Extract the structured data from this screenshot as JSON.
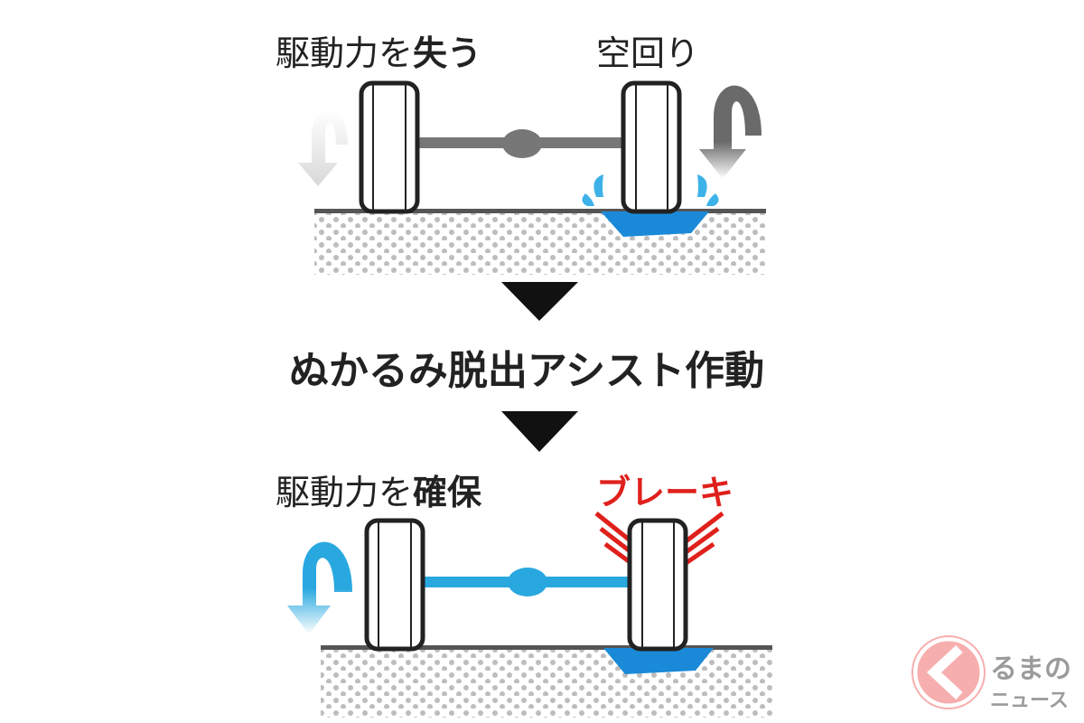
{
  "top": {
    "label_normal": "駆動力を",
    "label_bold": "失う",
    "spin_label": "空回り"
  },
  "middle": {
    "label": "ぬかるみ脱出アシスト作動"
  },
  "bottom": {
    "label_normal": "駆動力を",
    "label_bold": "確保",
    "brake_label": "ブレーキ"
  },
  "logo": {
    "line1": "るまの",
    "line2": "ニュース"
  },
  "colors": {
    "blue": "#29a8e0",
    "water": "#1a8ad8",
    "red": "#e0201c",
    "gray": "#777777",
    "logo": "#f08a8a"
  }
}
